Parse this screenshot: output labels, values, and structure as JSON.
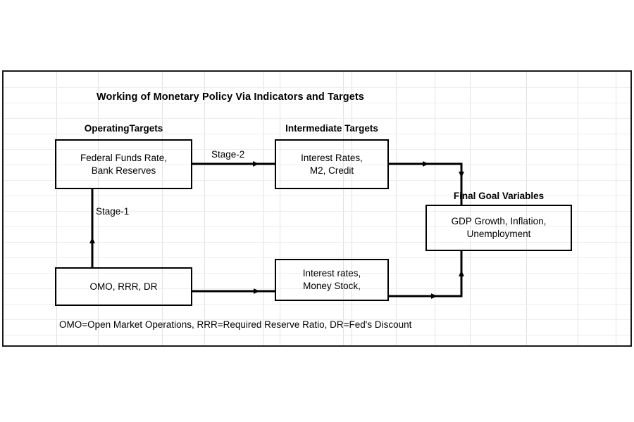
{
  "diagram": {
    "title": "Working of Monetary Policy Via Indicators and Targets",
    "type": "flowchart",
    "background": "spreadsheet-grid",
    "colors": {
      "frame": "#1a1a1a",
      "box_border": "#000000",
      "text": "#000000",
      "gridline": "#e5e5e5",
      "page": "#ffffff"
    },
    "captions": {
      "operating_targets": "OperatingTargets",
      "intermediate_targets": "Intermediate Targets",
      "final_goal_variables": "Final Goal Variables"
    },
    "nodes": [
      {
        "id": "operating-targets",
        "caption": "OperatingTargets",
        "text": "Federal Funds Rate,\nBank Reserves"
      },
      {
        "id": "intermediate-targets",
        "caption": "Intermediate Targets",
        "text": "Interest Rates,\nM2, Credit"
      },
      {
        "id": "final-goal-variables",
        "caption": "Final Goal Variables",
        "text": "GDP Growth, Inflation,\nUnemployment"
      },
      {
        "id": "policy-instruments",
        "caption": "",
        "text": "OMO, RRR, DR"
      },
      {
        "id": "lower-intermediate",
        "caption": "",
        "text": "Interest rates,\nMoney Stock,"
      }
    ],
    "edges": [
      {
        "id": "stage-1",
        "label": "Stage-1",
        "from": "policy-instruments",
        "to": "operating-targets",
        "direction": "up"
      },
      {
        "id": "stage-2",
        "label": "Stage-2",
        "from": "operating-targets",
        "to": "intermediate-targets",
        "direction": "right"
      },
      {
        "id": "intermediate-to-goal",
        "label": "",
        "from": "intermediate-targets",
        "to": "final-goal-variables",
        "direction": "right-then-down"
      },
      {
        "id": "instruments-to-lower",
        "label": "",
        "from": "policy-instruments",
        "to": "lower-intermediate",
        "direction": "right"
      },
      {
        "id": "lower-to-goal",
        "label": "",
        "from": "lower-intermediate",
        "to": "final-goal-variables",
        "direction": "right-then-up"
      }
    ],
    "footnote": "OMO=Open Market Operations, RRR=Required Reserve Ratio, DR=Fed's Discount"
  }
}
